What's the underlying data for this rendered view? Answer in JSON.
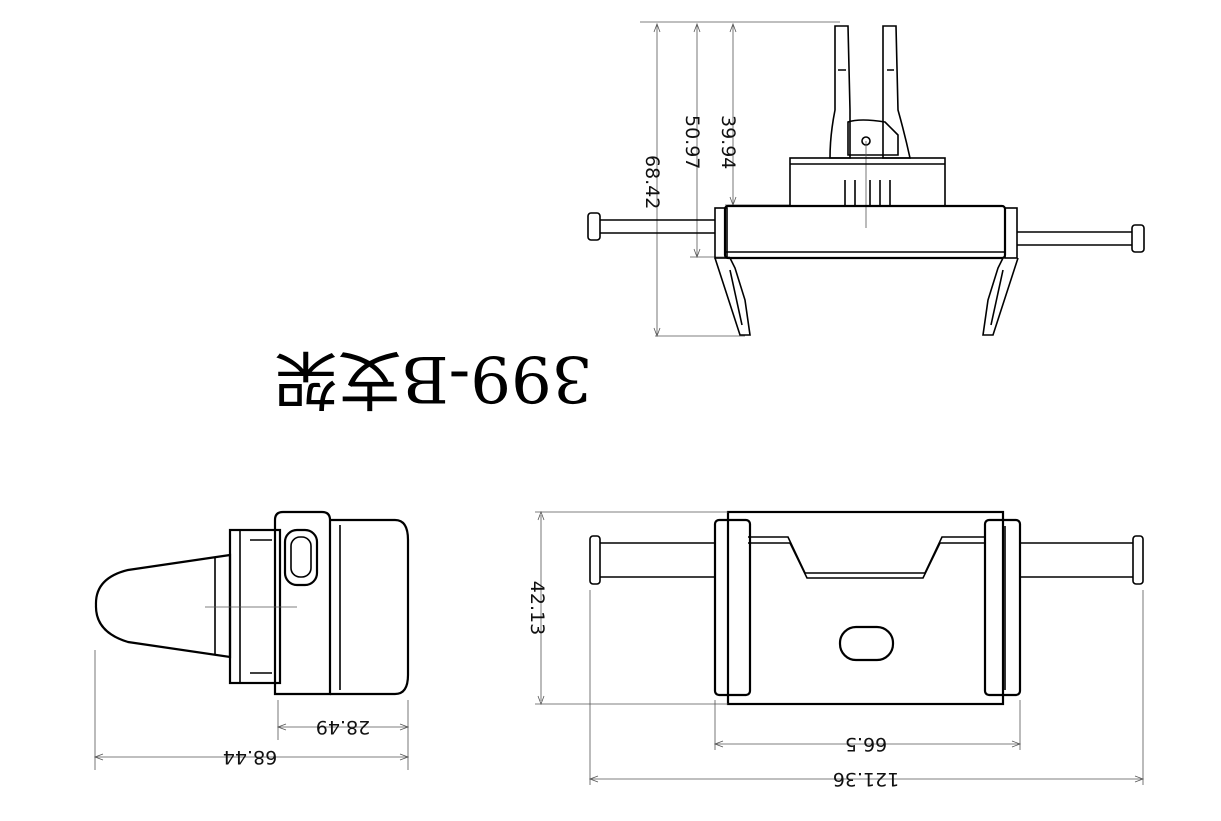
{
  "title": "399-B支架",
  "dimensions": {
    "front_h1": "39.94",
    "front_h2": "50.97",
    "front_h3": "68.42",
    "side_d1": "28.49",
    "side_d2": "68.44",
    "top_h": "42.13",
    "top_w1": "66.5",
    "top_w2": "121.36"
  }
}
